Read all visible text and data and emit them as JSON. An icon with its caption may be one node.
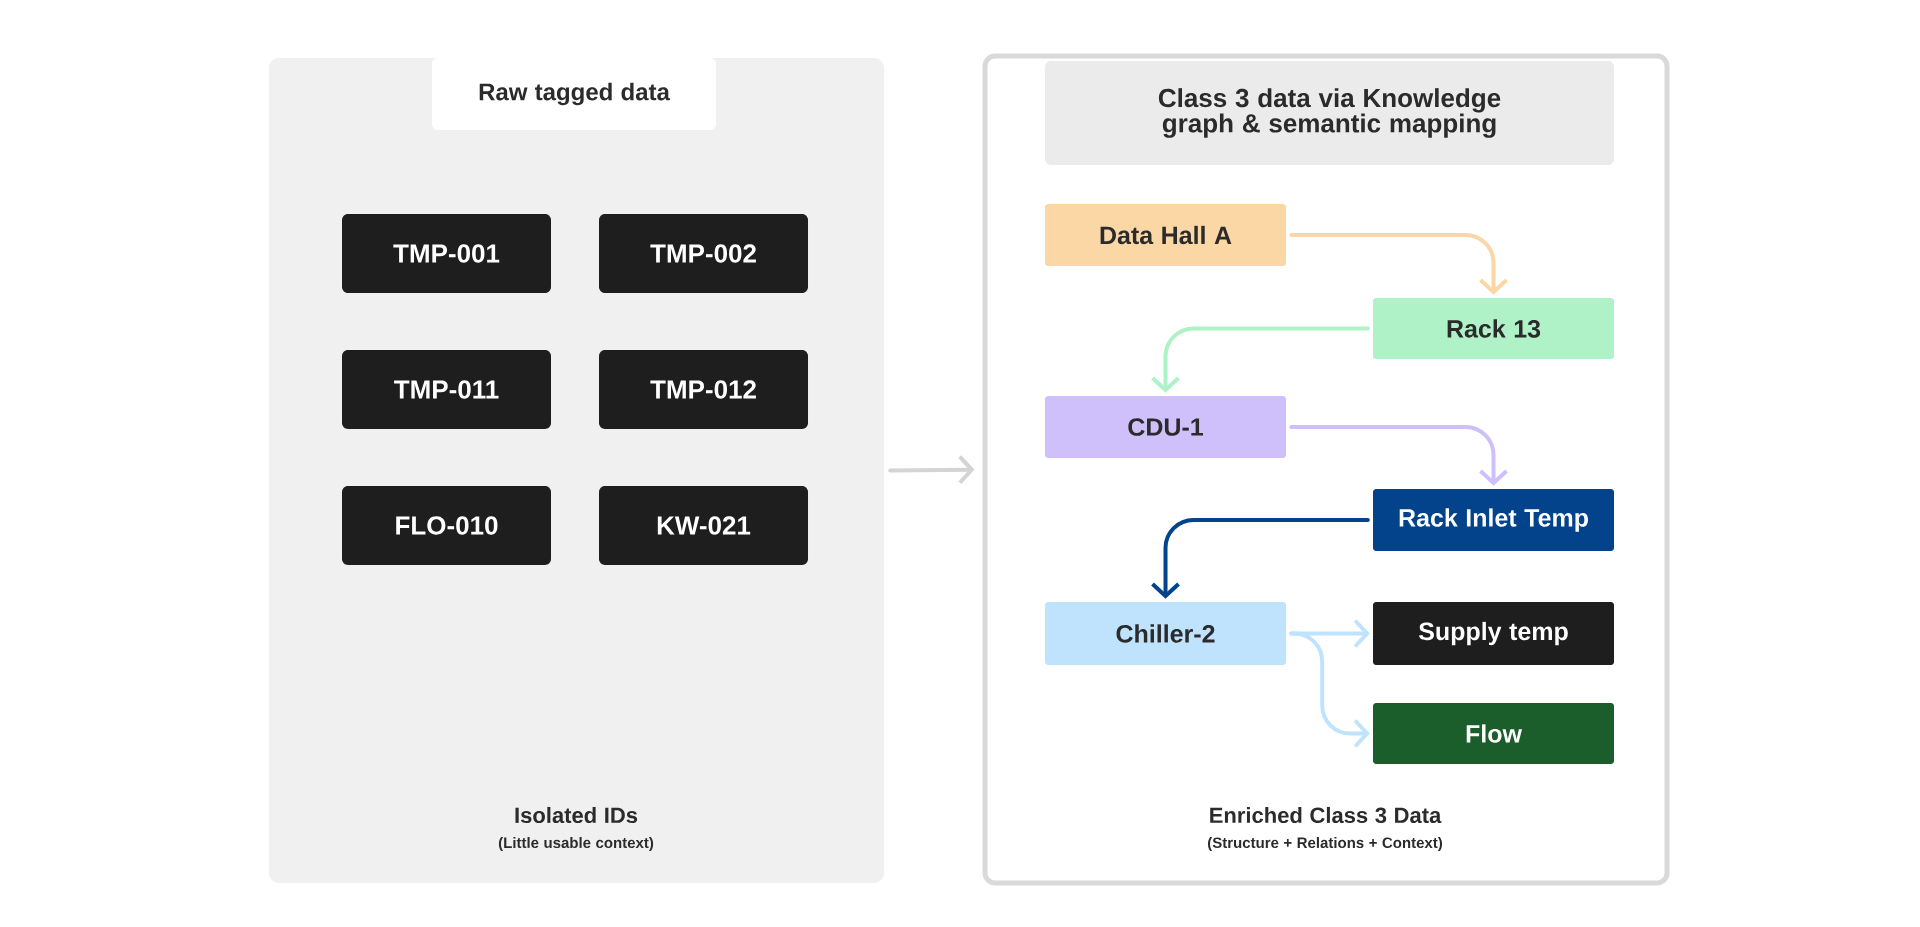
{
  "diagram": {
    "nodes": [
      {
        "text": [
          "Isolated IDs",
          "(Little usable context)"
        ]
      },
      {
        "text": [
          "Raw tagged data"
        ],
        "in": 0
      },
      {
        "text": [
          "TMP-001"
        ],
        "in": 0
      },
      {
        "text": [
          "TMP-002"
        ],
        "in": 0
      },
      {
        "text": [
          "TMP-011"
        ],
        "in": 0
      },
      {
        "text": [
          "TMP-012"
        ],
        "in": 0
      },
      {
        "text": [
          "FLO-010"
        ],
        "in": 0
      },
      {
        "text": [
          "KW-021"
        ],
        "in": 0
      },
      {
        "text": [
          "Enriched Class 3 Data",
          "(Structure + Relations + Context)"
        ]
      },
      {
        "text": [
          "Class 3 data via Knowledge graph & semantic mapping"
        ],
        "in": 8
      },
      {
        "text": [
          "Data Hall A"
        ],
        "in": 8
      },
      {
        "text": [
          "Rack 13"
        ],
        "in": 8
      },
      {
        "text": [
          "CDU-1"
        ],
        "in": 8
      },
      {
        "text": [
          "Rack Inlet Temp"
        ],
        "in": 8
      },
      {
        "text": [
          "Chiller-2"
        ],
        "in": 8
      },
      {
        "text": [
          "Supply temp"
        ],
        "in": 8
      },
      {
        "text": [
          "Flow"
        ],
        "in": 8
      }
    ],
    "edges": [
      {
        "from": 0,
        "to": 8,
        "arrow": "to",
        "color": "#d4d4d4"
      },
      {
        "from": 10,
        "to": 11,
        "arrow": "to",
        "color": "#fad7a5"
      },
      {
        "from": 11,
        "to": 12,
        "arrow": "to",
        "color": "#b0f2c8"
      },
      {
        "from": 12,
        "to": 13,
        "arrow": "to",
        "color": "#cfc0fc"
      },
      {
        "from": 13,
        "to": 14,
        "arrow": "to",
        "color": "#02438c"
      },
      {
        "from": 14,
        "to": 15,
        "arrow": "to",
        "color": "#bfe3fd"
      },
      {
        "from": 14,
        "to": 16,
        "arrow": "to",
        "color": "#bfe3fd"
      }
    ]
  }
}
